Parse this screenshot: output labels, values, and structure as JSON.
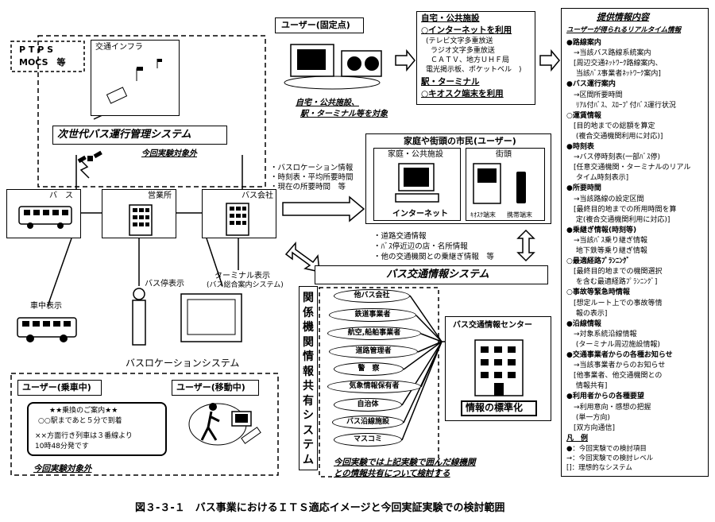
{
  "figure_caption": "図３-３-１　バス事業におけるＩＴＳ適応イメージと今回実証実験での検討範囲",
  "ptps_box": {
    "line1": "P T P S",
    "line2": "MOCS　等"
  },
  "transport_infra": "交通インフラ",
  "next_gen_system": {
    "title": "次世代バス運行管理システム",
    "note": "今回実験対象外"
  },
  "nodes": {
    "bus": "バ　ス",
    "office": "営業所",
    "bus_company": "バス会社"
  },
  "bus_company_info": [
    "・バスロケーション情報",
    "・時刻表・平均所要時間",
    "・現在の所要時間　等"
  ],
  "user_fixed": {
    "title": "ユーザー(固定点)",
    "caption": [
      "自宅・公共施設、",
      "駅・ターミナル等を対象"
    ]
  },
  "home_facilities": {
    "title": "自宅・公共施設",
    "internet": "○インターネットを利用",
    "broadcasts": [
      "(テレビ文字多重放送",
      "ラジオ文字多重放送",
      "ＣＡＴＶ、地方ＵＨＦ局",
      "電光掲示板、ポケットベル　)"
    ],
    "station": "駅・ターミナル",
    "kiosk": "○キオスク端末を利用"
  },
  "citizens": {
    "title": "家庭や街頭の市民(ユーザー)",
    "home": "家庭・公共施設",
    "street": "街頭",
    "internet": "インターネット",
    "kiosk": "ｷｵｽｸ端末",
    "mobile": "携帯端末"
  },
  "road_info": [
    "・道路交通情報",
    "・ﾊﾞｽ停近辺の店・名所情報",
    "・他の交通機関との乗継ぎ情報　等"
  ],
  "bus_info_system": "バス交通情報システム",
  "stop_display": "バス停表示",
  "terminal_display": {
    "line1": "ターミナル表示",
    "line2": "(バス総合案内システム)"
  },
  "car_display": "車中表示",
  "bus_location_system": "バスロケーションシステム",
  "related_orgs": "関係機関情報共有システム",
  "orgs": [
    "他バス会社",
    "鉄道事業者",
    "航空,船舶事業者",
    "道路管理者",
    "警　察",
    "気象情報保有者",
    "自治体",
    "バス沿線施設",
    "マスコミ"
  ],
  "center": {
    "title": "バス交通情報センター",
    "standard": "情報の標準化"
  },
  "share_note": [
    "今回実験では上記実験で囲んだ線機関",
    "との情報共有について検討する"
  ],
  "user_riding": {
    "title": "ユーザー(乗車中)",
    "sign": [
      "★★乗換のご案内★★",
      "○○駅まであと５分で到着",
      "××方面行き列車は３番線より",
      "10時48分発です"
    ]
  },
  "user_moving": "ユーザー(移動中)",
  "not_target_bottom": "今回実験対象外",
  "side_panel": {
    "title": "提供情報内容",
    "subtitle": "ユーザーが得られるリアルタイム情報",
    "lines": [
      "●路線案内",
      "　→当該バス路線系統案内",
      "　[周辺交通ﾈｯﾄﾜｰｸ路線案内、",
      "　 当該ﾊﾞｽ事業者ﾈｯﾄﾜｰｸ案内]",
      "●バス運行案内",
      "　→区間所要時間",
      "　 ﾘｱﾙ付ﾊﾞｽ、ｽﾛｰﾌﾟ付ﾊﾞｽ運行状況",
      "○運賃情報",
      "　[目的地までの総額を算定",
      "　 (複合交通機関利用に対応)]",
      "●時刻表",
      "　→バス停時刻表(一部ﾊﾞｽ停)",
      "　[任意交通機関・ターミナルのリアル",
      "　 タイム時刻表示]",
      "●所要時間",
      "　→当該路線の設定区間",
      "　[最終目的地までの所用時間を算",
      "　 定(複合交通機関利用に対応)]",
      "●乗継ぎ情報(時刻等)",
      "　→当該ﾊﾞｽ乗り継ぎ情報",
      "　 地下鉄等乗り継ぎ情報",
      "○最適経路ﾌﾟﾗﾝﾆﾝｸﾞ",
      "　[最終目的地までの機関選択",
      "　 を含む最適経路ﾌﾟﾗﾝﾆﾝｸﾞ]",
      "○事故等緊急時情報",
      "　[想定ルート上での事故等情",
      "　 報の表示]",
      "●沿線情報",
      "　→対象系統沿線情報",
      "　 (ターミナル周辺施設情報)",
      "●交通事業者からの各種お知らせ",
      "　→当該事業者からのお知らせ",
      "　[他事業者、他交通機関との",
      "　 情報共有]",
      "●利用者からの各種要望",
      "　→利用意向・感想の把握",
      "　 (単一方向)",
      "　[双方向通信]"
    ],
    "legend_title": "凡　例",
    "legend": [
      "●：今回実験での検討項目",
      "→：今回実験での検討レベル",
      "[]：理想的なシステム"
    ]
  }
}
